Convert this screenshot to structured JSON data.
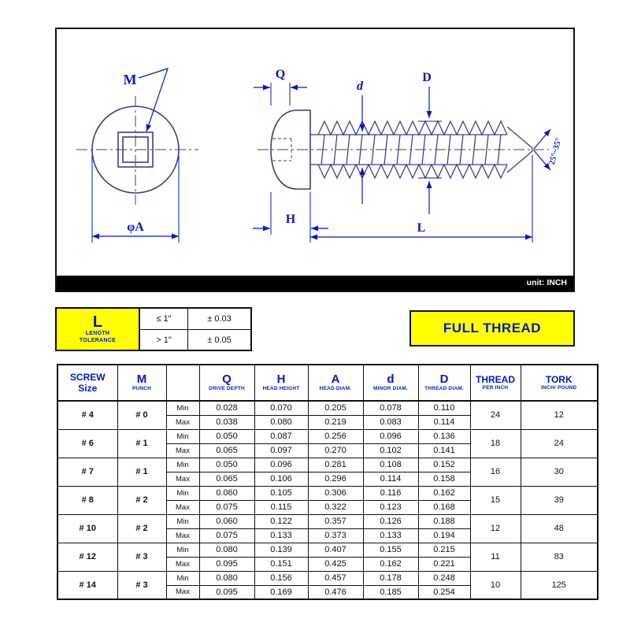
{
  "accent_colors": {
    "blue": "#0018cc",
    "yellow": "#ffff00",
    "geometry": "#3c3c8c",
    "strip": "#000000"
  },
  "drawing": {
    "unit_label": "unit: INCH",
    "labels": {
      "m": "M",
      "q": "Q",
      "d_minor": "d",
      "d_thread": "D",
      "phi_a": "φA",
      "h": "H",
      "l": "L",
      "tip_angle": "25°~35°"
    }
  },
  "tolerance_table": {
    "symbol": "L",
    "caption_line1": "LENGTH",
    "caption_line2": "TOLERANCE",
    "rows": [
      {
        "condition": "≤ 1\"",
        "value": "± 0.03"
      },
      {
        "condition": "> 1\"",
        "value": "± 0.05"
      }
    ]
  },
  "full_thread_label": "FULL THREAD",
  "spec_table": {
    "headers": {
      "screw_line1": "SCREW",
      "screw_line2": "Size",
      "punch_line1": "M",
      "punch_line2": "PUNCH",
      "q_line1": "Q",
      "q_line2": "DRIVE DEPTH",
      "h_line1": "H",
      "h_line2": "HEAD HEIGHT",
      "a_line1": "A",
      "a_line2": "HEAD DIAM.",
      "d_line1": "d",
      "d_line2": "MINOR DIAM.",
      "dd_line1": "D",
      "dd_line2": "THREAD DIAM.",
      "thread_line1": "THREAD",
      "thread_line2": "PER INCH",
      "tork_line1": "TORK",
      "tork_line2": "INCH/ POUND"
    },
    "row_labels": {
      "min": "Min",
      "max": "Max"
    },
    "rows": [
      {
        "size": "# 4",
        "punch": "# 0",
        "min": [
          "0.028",
          "0.070",
          "0.205",
          "0.078",
          "0.110"
        ],
        "max": [
          "0.038",
          "0.080",
          "0.219",
          "0.083",
          "0.114"
        ],
        "thread": "24",
        "tork": "12"
      },
      {
        "size": "# 6",
        "punch": "# 1",
        "min": [
          "0.050",
          "0.087",
          "0.256",
          "0.096",
          "0.136"
        ],
        "max": [
          "0.065",
          "0.097",
          "0.270",
          "0.102",
          "0.141"
        ],
        "thread": "18",
        "tork": "24"
      },
      {
        "size": "# 7",
        "punch": "# 1",
        "min": [
          "0.050",
          "0.096",
          "0.281",
          "0.108",
          "0.152"
        ],
        "max": [
          "0.065",
          "0.106",
          "0.296",
          "0.114",
          "0.158"
        ],
        "thread": "16",
        "tork": "30"
      },
      {
        "size": "# 8",
        "punch": "# 2",
        "min": [
          "0.060",
          "0.105",
          "0.306",
          "0.116",
          "0.162"
        ],
        "max": [
          "0.075",
          "0.115",
          "0.322",
          "0.123",
          "0.168"
        ],
        "thread": "15",
        "tork": "39"
      },
      {
        "size": "# 10",
        "punch": "# 2",
        "min": [
          "0.060",
          "0.122",
          "0.357",
          "0.126",
          "0.188"
        ],
        "max": [
          "0.075",
          "0.133",
          "0.373",
          "0.133",
          "0.194"
        ],
        "thread": "12",
        "tork": "48"
      },
      {
        "size": "# 12",
        "punch": "# 3",
        "min": [
          "0.080",
          "0.139",
          "0.407",
          "0.155",
          "0.215"
        ],
        "max": [
          "0.095",
          "0.151",
          "0.425",
          "0.162",
          "0.221"
        ],
        "thread": "11",
        "tork": "83"
      },
      {
        "size": "# 14",
        "punch": "# 3",
        "min": [
          "0.080",
          "0.156",
          "0.457",
          "0.178",
          "0.248"
        ],
        "max": [
          "0.095",
          "0.169",
          "0.476",
          "0.185",
          "0.254"
        ],
        "thread": "10",
        "tork": "125"
      }
    ]
  }
}
